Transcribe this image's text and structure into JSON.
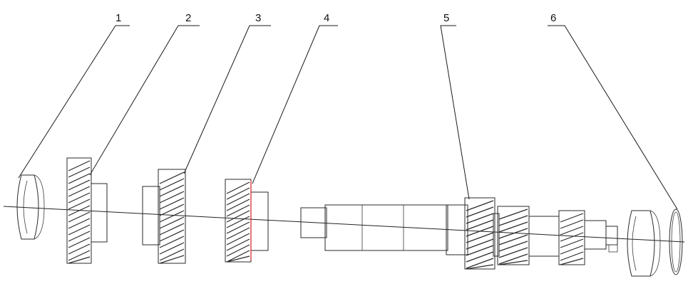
{
  "labels": {
    "l1": "1",
    "l2": "2",
    "l3": "3",
    "l4": "4",
    "l5": "5",
    "l6": "6"
  },
  "colors": {
    "line": "#2a2a2a",
    "accent_red": "#d02020",
    "accent_teal": "#2a7f9e",
    "background": "#ffffff"
  }
}
